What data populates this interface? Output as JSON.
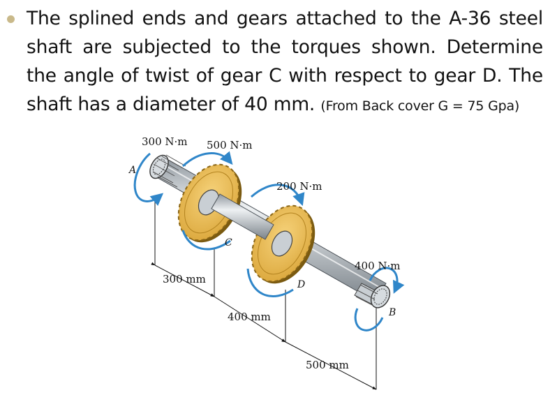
{
  "problem": {
    "text_main": "The splined ends and gears  attached to the A-36 steel shaft are subjected to the torques shown. Determine the angle of twist of gear C with respect to gear D. The shaft has a diameter of 40 mm.",
    "text_note": "(From Back cover G = 75 Gpa)"
  },
  "figure": {
    "torque_a": "300 N·m",
    "torque_c": "500 N·m",
    "torque_d": "200 N·m",
    "torque_b": "400 N·m",
    "label_a": "A",
    "label_b": "B",
    "label_c": "C",
    "label_d": "D",
    "dim_ac": "300 mm",
    "dim_cd": "400 mm",
    "dim_db": "500 mm",
    "colors": {
      "gear": "#e8b94a",
      "gear_edge": "#7a5a10",
      "shaft": "#b9c0c6",
      "arrow": "#2f86c9",
      "bullet": "#c9b98a"
    }
  }
}
